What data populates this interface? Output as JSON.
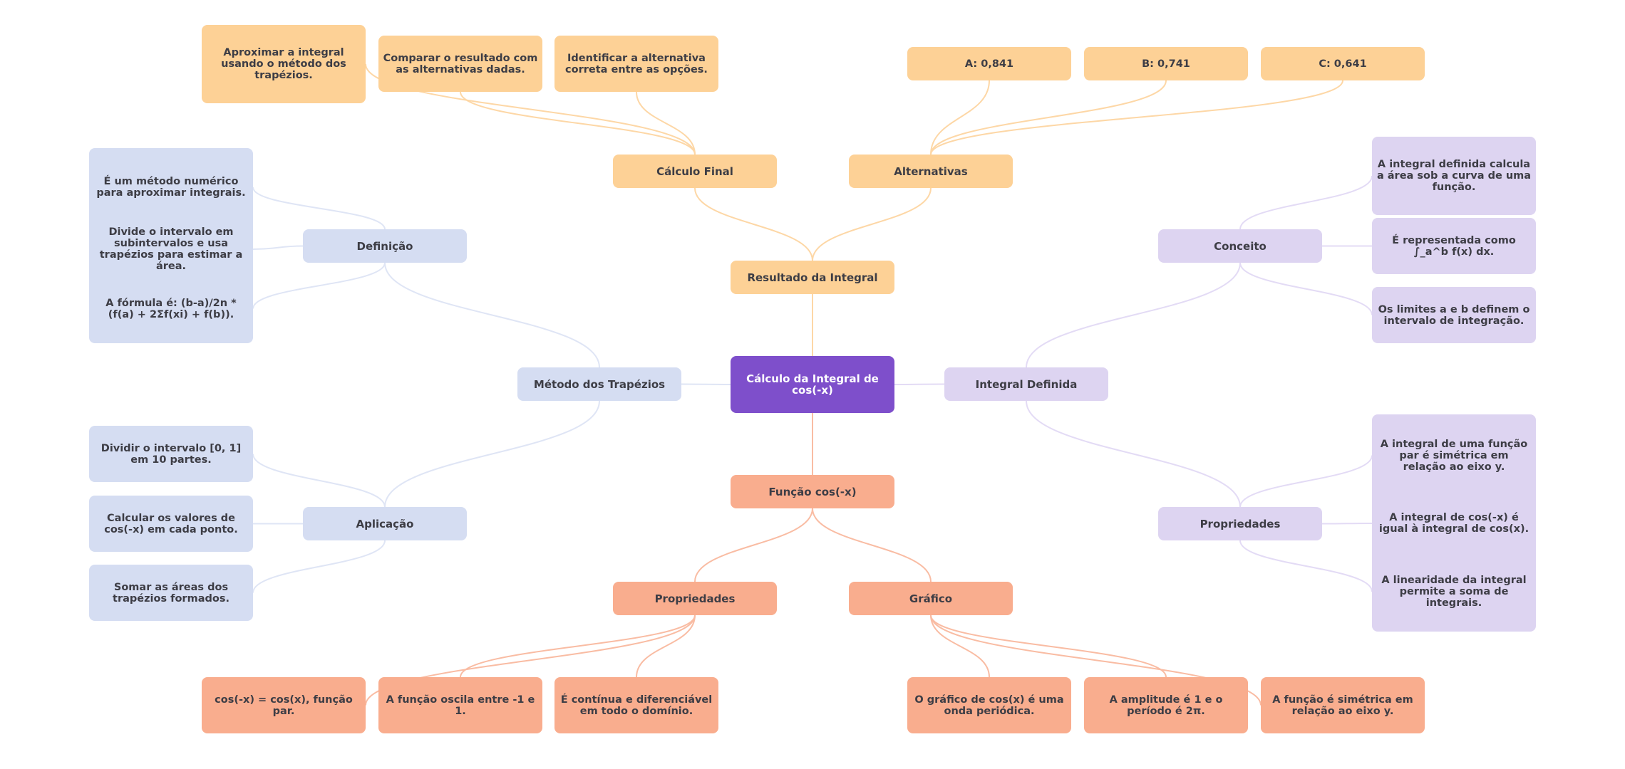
{
  "colors": {
    "root": "#7e4fcb",
    "orange": "#fdd196",
    "salmon": "#f9ad8e",
    "blue": "#d5ddf2",
    "purple": "#ddd4f1",
    "edge_orange": "#fdd7a6",
    "edge_salmon": "#f9bca3",
    "edge_blue": "#dfe5f5",
    "edge_purple": "#e3dbf5",
    "text": "#3d3d45"
  },
  "root": {
    "label": "Cálculo da Integral de cos(-x)"
  },
  "resultado": {
    "label": "Resultado da Integral",
    "calculo_final": {
      "label": "Cálculo Final",
      "children": [
        "Aproximar a integral usando o método dos trapézios.",
        "Comparar o resultado com as alternativas dadas.",
        "Identificar a alternativa correta entre as opções."
      ]
    },
    "alternativas": {
      "label": "Alternativas",
      "children": [
        "A: 0,841",
        "B: 0,741",
        "C: 0,641"
      ]
    }
  },
  "metodo": {
    "label": "Método dos Trapézios",
    "definicao": {
      "label": "Definição",
      "children": [
        "É um método numérico para aproximar integrais.",
        "Divide o intervalo em subintervalos e usa trapézios para estimar a área.",
        "A fórmula é: (b-a)/2n * (f(a) + 2Σf(xi) + f(b))."
      ]
    },
    "aplicacao": {
      "label": "Aplicação",
      "children": [
        "Dividir o intervalo [0, 1] em 10 partes.",
        "Calcular os valores de cos(-x) em cada ponto.",
        "Somar as áreas dos trapézios formados."
      ]
    }
  },
  "integral_definida": {
    "label": "Integral Definida",
    "conceito": {
      "label": "Conceito",
      "children": [
        "A integral definida calcula a área sob a curva de uma função.",
        "É representada como ∫_a^b f(x) dx.",
        "Os limites a e b definem o intervalo de integração."
      ]
    },
    "propriedades": {
      "label": "Propriedades",
      "children": [
        "A integral de uma função par é simétrica em relação ao eixo y.",
        "A integral de cos(-x) é igual à integral de cos(x).",
        "A linearidade da integral permite a soma de integrais."
      ]
    }
  },
  "funcao": {
    "label": "Função cos(-x)",
    "propriedades": {
      "label": "Propriedades",
      "children": [
        "cos(-x) = cos(x), função par.",
        "A função oscila entre -1 e 1.",
        "É contínua e diferenciável em todo o domínio."
      ]
    },
    "grafico": {
      "label": "Gráfico",
      "children": [
        "O gráfico de cos(x) é uma onda periódica.",
        "A amplitude é 1 e o período é 2π.",
        "A função é simétrica em relação ao eixo y."
      ]
    }
  },
  "edges": [
    [
      "n-root",
      "n-res",
      "edge_orange"
    ],
    [
      "n-res",
      "n-calc",
      "edge_orange"
    ],
    [
      "n-res",
      "n-alt",
      "edge_orange"
    ],
    [
      "n-calc",
      "n-calc-1",
      "edge_orange"
    ],
    [
      "n-calc",
      "n-calc-2",
      "edge_orange"
    ],
    [
      "n-calc",
      "n-calc-3",
      "edge_orange"
    ],
    [
      "n-alt",
      "n-alt-1",
      "edge_orange"
    ],
    [
      "n-alt",
      "n-alt-2",
      "edge_orange"
    ],
    [
      "n-alt",
      "n-alt-3",
      "edge_orange"
    ],
    [
      "n-root",
      "n-met",
      "edge_blue"
    ],
    [
      "n-met",
      "n-def",
      "edge_blue"
    ],
    [
      "n-met",
      "n-apl",
      "edge_blue"
    ],
    [
      "n-def",
      "n-def-1",
      "edge_blue"
    ],
    [
      "n-def",
      "n-def-2",
      "edge_blue"
    ],
    [
      "n-def",
      "n-def-3",
      "edge_blue"
    ],
    [
      "n-apl",
      "n-apl-1",
      "edge_blue"
    ],
    [
      "n-apl",
      "n-apl-2",
      "edge_blue"
    ],
    [
      "n-apl",
      "n-apl-3",
      "edge_blue"
    ],
    [
      "n-root",
      "n-intdef",
      "edge_purple"
    ],
    [
      "n-intdef",
      "n-con",
      "edge_purple"
    ],
    [
      "n-intdef",
      "n-prp",
      "edge_purple"
    ],
    [
      "n-con",
      "n-con-1",
      "edge_purple"
    ],
    [
      "n-con",
      "n-con-2",
      "edge_purple"
    ],
    [
      "n-con",
      "n-con-3",
      "edge_purple"
    ],
    [
      "n-prp",
      "n-prp-1",
      "edge_purple"
    ],
    [
      "n-prp",
      "n-prp-2",
      "edge_purple"
    ],
    [
      "n-prp",
      "n-prp-3",
      "edge_purple"
    ],
    [
      "n-root",
      "n-func",
      "edge_salmon"
    ],
    [
      "n-func",
      "n-fprop",
      "edge_salmon"
    ],
    [
      "n-func",
      "n-graf",
      "edge_salmon"
    ],
    [
      "n-fprop",
      "n-fprop-1",
      "edge_salmon"
    ],
    [
      "n-fprop",
      "n-fprop-2",
      "edge_salmon"
    ],
    [
      "n-fprop",
      "n-fprop-3",
      "edge_salmon"
    ],
    [
      "n-graf",
      "n-graf-1",
      "edge_salmon"
    ],
    [
      "n-graf",
      "n-graf-2",
      "edge_salmon"
    ],
    [
      "n-graf",
      "n-graf-3",
      "edge_salmon"
    ]
  ]
}
